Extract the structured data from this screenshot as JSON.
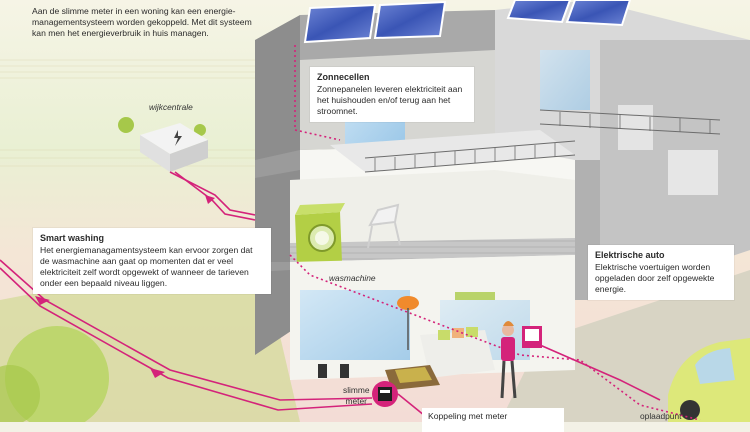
{
  "intro_text": "Aan de slimme meter in een woning kan een energie-managementsysteem worden gekoppeld. Met dit systeem kan men het energieverbruik in huis managen.",
  "labels": {
    "wijkcentrale": "wijkcentrale",
    "wasmachine": "wasmachine",
    "slimme_meter_1": "slimme",
    "slimme_meter_2": "meter",
    "laadpunt": "oplaadpunt"
  },
  "callouts": {
    "zonnecellen": {
      "title": "Zonnecellen",
      "text": "Zonnepanelen leveren elektriciteit aan het huishouden en/of terug aan het stroomnet."
    },
    "smart_washing": {
      "title": "Smart washing",
      "text": "Het energiemanagamentsysteem kan ervoor zorgen dat de wasmachine aan gaat op momenten dat er veel elektriciteit zelf wordt opgewekt of wanneer de tarieven onder een bepaald niveau liggen."
    },
    "elektrische_auto": {
      "title": "Elektrische auto",
      "text": "Elektrische voertuigen worden opgeladen door zelf opgewekte energie."
    },
    "koppeling": {
      "title": "Koppeling met meter"
    }
  },
  "colors": {
    "accent": "#d4237a",
    "wall": "#9a9a9a",
    "wall_dark": "#7d7d7d",
    "grass": "#b9d36a",
    "panel": "#3f58b8",
    "washer": "#a8c53a"
  }
}
